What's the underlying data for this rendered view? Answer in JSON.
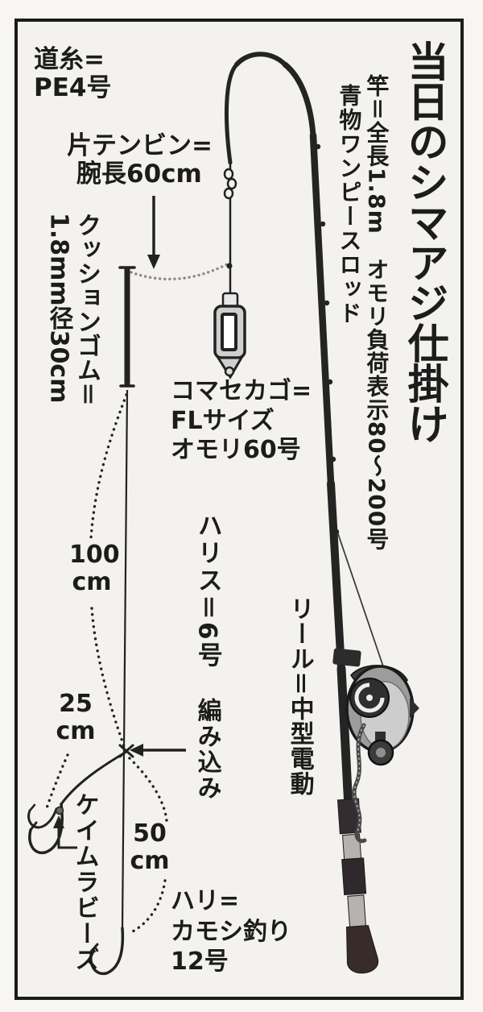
{
  "figure": {
    "title": "当日のシマアジ仕掛け",
    "rod_spec": "竿＝全長1.8m　オモリ負荷表示80〜200号",
    "rod_type": "青物ワンピースロッド",
    "labels": {
      "main_line_1": "道糸=",
      "main_line_2": "PE4号",
      "tenbin_1": "片テンビン=",
      "tenbin_2": "腕長60cm",
      "cushion_col_right": "クッションゴム＝",
      "cushion_col_left": "1.8mm径30cm",
      "komase_1": "コマセカゴ=",
      "komase_2": "FLサイズ",
      "komase_3": "オモリ60号",
      "harisu": "ハリス＝6号",
      "reel": "リール＝中型電動",
      "amikomi": "編み込み",
      "keimura_beads": "ケイムラビーズ",
      "hook_1": "ハリ=",
      "hook_2": "カモシ釣り",
      "hook_3": "12号",
      "len_100_value": "100",
      "len_100_unit": "cm",
      "len_25_value": "25",
      "len_25_unit": "cm",
      "len_50_value": "50",
      "len_50_unit": "cm"
    },
    "colors": {
      "ink": "#222222",
      "background": "#f3f2ee",
      "tenbin_arm_gray": "#8a8a8a",
      "reel_body_gray": "#9c9c9c",
      "grip_light": "#b7b2b1",
      "grip_dark": "#332c31"
    }
  }
}
